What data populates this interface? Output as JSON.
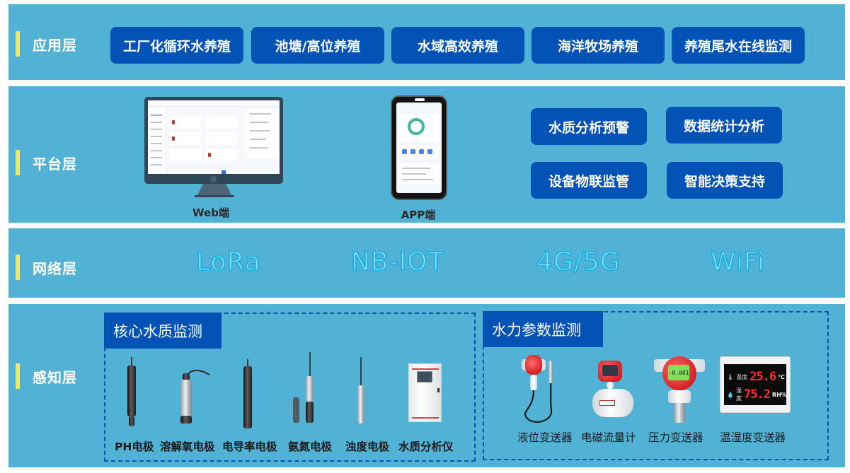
{
  "layers": {
    "application": {
      "label": "应用层",
      "items": [
        "工厂化循环水养殖",
        "池塘/高位养殖",
        "水域高效养殖",
        "海洋牧场养殖",
        "养殖尾水在线监测"
      ]
    },
    "platform": {
      "label": "平台层",
      "web_caption": "Web端",
      "app_caption": "APP端",
      "functions": [
        "水质分析预警",
        "数据统计分析",
        "设备物联监管",
        "智能决策支持"
      ]
    },
    "network": {
      "label": "网络层",
      "protocols": [
        "LoRa",
        "NB-IOT",
        "4G/5G",
        "WiFi"
      ]
    },
    "perception": {
      "label": "感知层",
      "water_quality": {
        "title": "核心水质监测",
        "sensors": [
          "PH电极",
          "溶解氧电极",
          "电导率电极",
          "氨氮电极",
          "浊度电极",
          "水质分析仪"
        ]
      },
      "hydraulic": {
        "title": "水力参数监测",
        "sensors": [
          "液位变送器",
          "电磁流量计",
          "压力变送器",
          "温湿度变送器"
        ],
        "pressure_display": "-0.001",
        "th_display": {
          "temp_label": "温度",
          "temp_value": "25.6",
          "temp_unit": "℃",
          "hum_label": "湿度",
          "hum_value": "75.2",
          "hum_unit": "RH%"
        }
      }
    }
  },
  "colors": {
    "band": "#51b2d6",
    "button": "#0352b5",
    "accent_bar": "#eae57c",
    "network_text": "#8fe4f8",
    "network_stroke": "#13aee6"
  }
}
